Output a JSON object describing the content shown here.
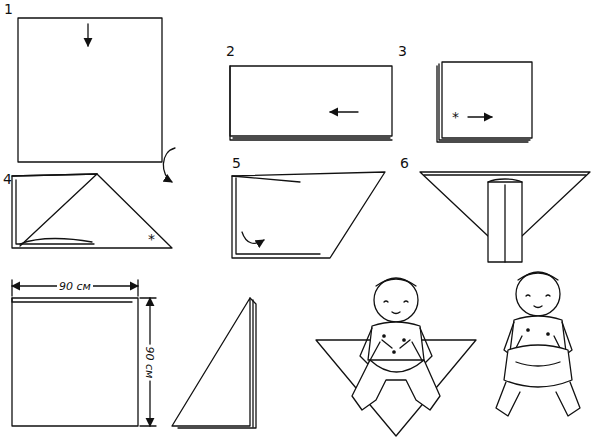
{
  "diagram": {
    "labels": [
      "1",
      "2",
      "3",
      "4",
      "5",
      "6",
      "*",
      "*",
      "90 см",
      "90 см"
    ]
  }
}
